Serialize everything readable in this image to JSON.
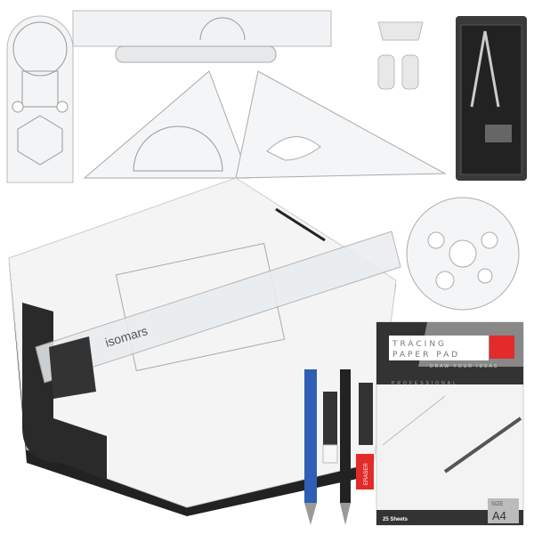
{
  "brand": "isomars",
  "ruler_brand": "isomars",
  "tracing_pad": {
    "title_line1": "TRACING",
    "title_line2": "PAPER PAD",
    "tagline": "DRAW YOUR IDEAS",
    "grade": "PROFESSIONAL",
    "size_label": "SIZE",
    "size_value": "A4",
    "sheets": "25 Sheets",
    "accent_color": "#e32b2b"
  },
  "eraser_label": "ERASER",
  "colors": {
    "board": "#f4f4f4",
    "handle": "#2a2a2a",
    "case": "#3a3a3a",
    "pencil_blue": "#2f5fb5"
  }
}
